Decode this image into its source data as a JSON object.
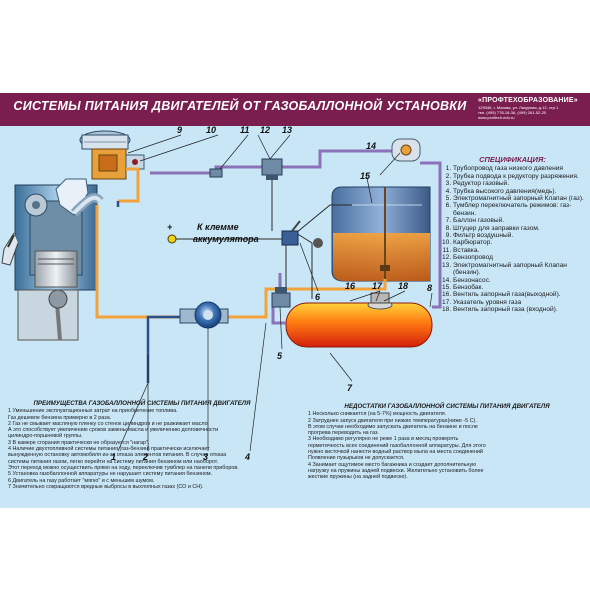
{
  "title": "СИСТЕМЫ ПИТАНИЯ ДВИГАТЕЛЕЙ ОТ ГАЗОБАЛЛОННОЙ УСТАНОВКИ",
  "publisher": {
    "name": "«ПРОФТЕХОБРАЗОВАНИЕ»",
    "line1": "129346, г. Москва, ул. Лазурная, д.12, стр.1",
    "line2": "тел. (495) 778-18-36, (499) 261-52-20",
    "line3": "www.proftech.edu.ru"
  },
  "clamp_label": {
    "line1": "К клемме",
    "line2": "аккумулятора",
    "plus": "+"
  },
  "callouts": [
    "1",
    "2",
    "3",
    "4",
    "5",
    "6",
    "7",
    "8",
    "9",
    "10",
    "11",
    "12",
    "13",
    "14",
    "15",
    "16",
    "17",
    "18"
  ],
  "spec": {
    "title": "СПЕЦИФИКАЦИЯ:",
    "items": [
      "Трубопровод газа низкого давления",
      "Трубка подвода к редуктору разряжения.",
      "Редуктор газовый.",
      "Трубка высокого давления(медь).",
      "Электромагнитный запорный Клапан (газ).",
      "Тумблер переключатель режимов: газ-бензин.",
      "Баллон газовый.",
      "Штуцер для заправки газом.",
      "Фильтр воздушный.",
      "Карбюратор.",
      "Вставка.",
      "Бензопровод",
      "Электромагнитный запорный Клапан (бензин).",
      "Бензонасос.",
      "Бензобак.",
      "Вентиль запорный газа(выходной).",
      "Указатель уровня газа",
      "Вентиль запорный газа (входной)."
    ]
  },
  "advantages": {
    "title": "ПРЕИМУЩЕСТВА ГАЗОБАЛЛОННОЙ СИСТЕМЫ ПИТАНИЯ ДВИГАТЕЛЯ",
    "lines": [
      "1 Уменьшение эксплуатационных затрат на приобретение топлива.",
      "  Газ дешевле бензина примерно в 2 раза.",
      "2 Газ не смывает масляную пленку со стенок цилиндров и не разжижает масло",
      "  А это способствует увеличению  сроков замены масла и увеличению долговечности",
      "  цилиндро-поршневой группы.",
      "3 В камере сгорания практически не образуется \"нагар\".",
      "4 Наличие двухтопливной системы питания (газ-бензин) практически исключает",
      "  вынужденную остановку автомобиля из-за отказа элементов питания. В случае отказа",
      "  системы питания газом, легко перейти на систему питания бензином или наоборот.",
      "  Этот переход можно осуществить прямо на ходу, переключив тумблер на панели приборов.",
      "5 Установка газобаллонной аппаратуры не нарушает систему питания бензином.",
      "6 Двигатель на газу работает \"мягко\" и с меньшим шумом.",
      "7 Значительно сокращаются вредные выбросы в выхлопных газах (СО и СН)."
    ]
  },
  "disadvantages": {
    "title": "НЕДОСТАТКИ ГАЗОБАЛЛОННОЙ СИСТЕМЫ ПИТАНИЯ ДВИГАТЕЛЯ",
    "lines": [
      "1 Несколько снижается  (на 5-7%) мощность двигателя.",
      "2 Затруднен запуск двигателя при низких температурах(ниже -5 С).",
      "  В этом случае необходимо запускать двигатель на бензине и после",
      "  прогрева переводить на газ.",
      "3 Необходимо регулярно  не реже 1 раза в месяц проверять",
      "  герметичность всех соединений газобаллонной аппаратуры. Для этого",
      "  нужно кисточкой нанести водный раствор мыла на места соединений",
      "  Появление пузырьков не допускается.",
      "4 Занимает ощутимое место багажника и создает дополнительную",
      "  нагрузку на пружины задней подвески. Желательно установить более",
      "  жесткие пружины (на задней подвеске)."
    ]
  }
}
